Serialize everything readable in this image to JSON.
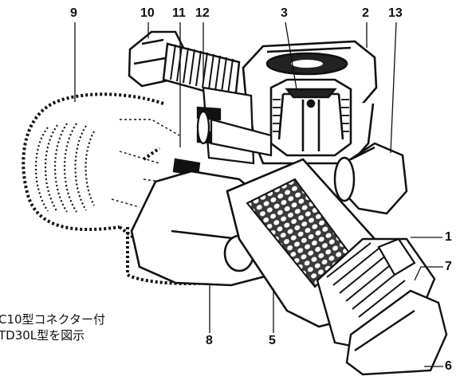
{
  "callouts": {
    "c1": "1",
    "c2": "2",
    "c3": "3",
    "c5": "5",
    "c6": "6",
    "c7": "7",
    "c8": "8",
    "c9": "9",
    "c10": "10",
    "c11": "11",
    "c12": "12",
    "c13": "13"
  },
  "caption": {
    "line1": "C10型コネクター付",
    "line2": "TD30L型を図示"
  },
  "colors": {
    "ink": "#111111",
    "screen": "#4a4a4a",
    "paper": "#ffffff"
  }
}
